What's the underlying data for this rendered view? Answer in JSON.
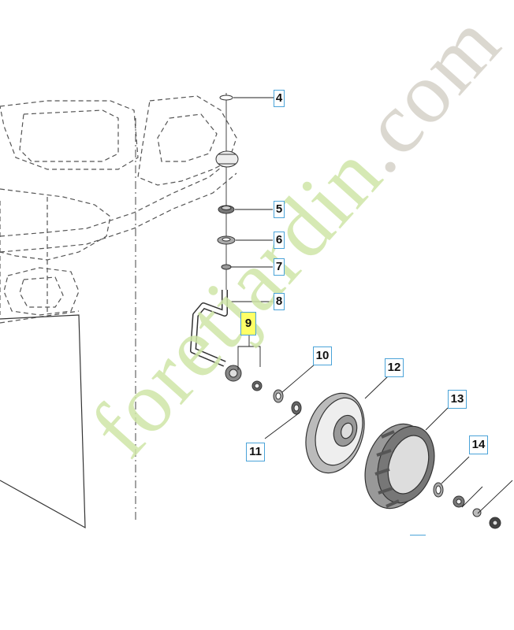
{
  "callouts": {
    "c4": "4",
    "c5": "5",
    "c6": "6",
    "c7": "7",
    "c8": "8",
    "c9": "9",
    "c10": "10",
    "c11": "11",
    "c12": "12",
    "c13": "13",
    "c14": "14"
  },
  "highlighted_callout": "9",
  "watermark": {
    "text_primary": "foretjardin",
    "text_secondary": ".com"
  },
  "colors": {
    "callout_border": "#4aa3d8",
    "highlight": "#ffff66",
    "watermark_green": "#cfe6a8",
    "watermark_grey": "#d8d4cc"
  }
}
